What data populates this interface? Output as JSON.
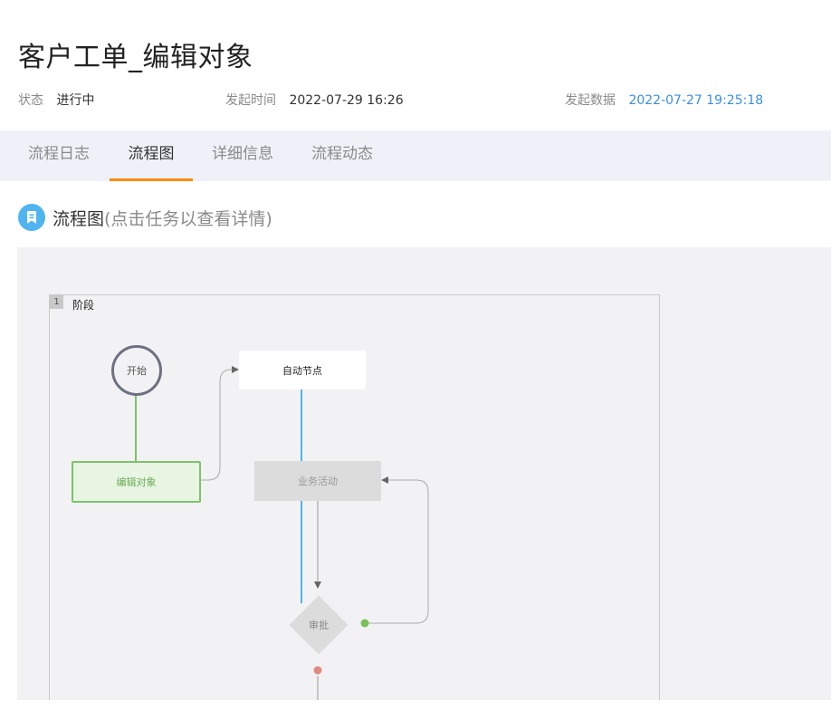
{
  "page": {
    "title": "客户工单_编辑对象"
  },
  "meta": {
    "status_label": "状态",
    "status_value": "进行中",
    "start_time_label": "发起时间",
    "start_time_value": "2022-07-29 16:26",
    "start_data_label": "发起数据",
    "start_data_value": "2022-07-27 19:25:18"
  },
  "tabs": [
    {
      "label": "流程日志"
    },
    {
      "label": "流程图"
    },
    {
      "label": "详细信息"
    },
    {
      "label": "流程动态"
    }
  ],
  "active_tab": "流程图",
  "section": {
    "title": "流程图",
    "hint": "(点击任务以查看详情)",
    "icon": "bookmark-icon"
  },
  "flow": {
    "stage": {
      "number": "1",
      "label": "阶段"
    },
    "nodes": {
      "start": "开始",
      "auto": "自动节点",
      "edit": "编辑对象",
      "biz": "业务活动",
      "approve": "审批"
    }
  },
  "colors": {
    "accent": "#ff8a00",
    "link": "#3a8ee6",
    "tabbar_bg": "#eef2f8",
    "canvas_bg": "#f2f2f4",
    "edge_green": "#7cc36b",
    "edge_blue": "#4fb4f0",
    "dot_green": "#78c257",
    "dot_red": "#e08a80"
  }
}
